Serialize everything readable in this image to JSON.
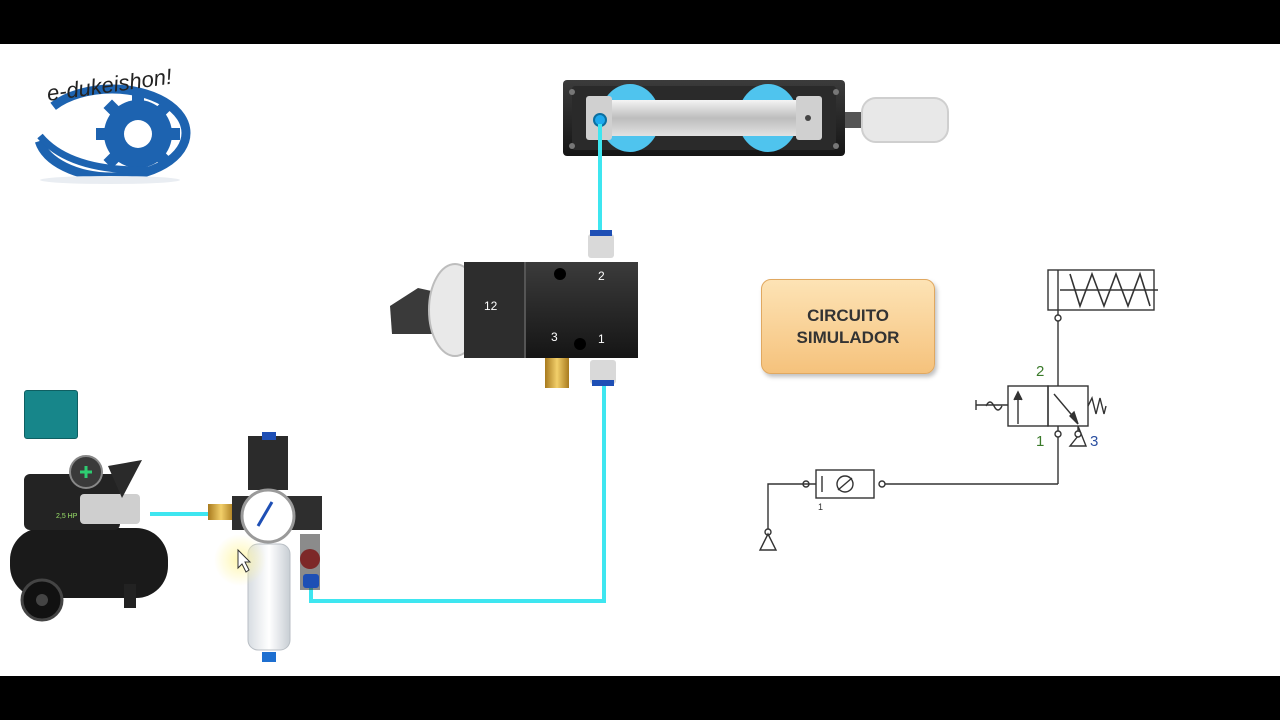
{
  "logo": {
    "text": "e-dukeishon!"
  },
  "simulate_button": {
    "line1": "CIRCUITO",
    "line2": "SIMULADOR"
  },
  "valve": {
    "port_12": "12",
    "port_2": "2",
    "port_3": "3",
    "port_1": "1"
  },
  "compressor": {
    "badge": "2,5 HP"
  },
  "schematic": {
    "port_2": "2",
    "port_1": "1",
    "port_3": "3",
    "port_1_small": "1"
  },
  "colors": {
    "air_line": "#3ee6f0",
    "button_top": "#fde3b5",
    "button_bottom": "#f5c27c",
    "stop_square": "#17868a",
    "logo_blue": "#1d63b0",
    "schematic_label": "#3a7a2a",
    "schematic_label_blue": "#2a4fa0"
  }
}
